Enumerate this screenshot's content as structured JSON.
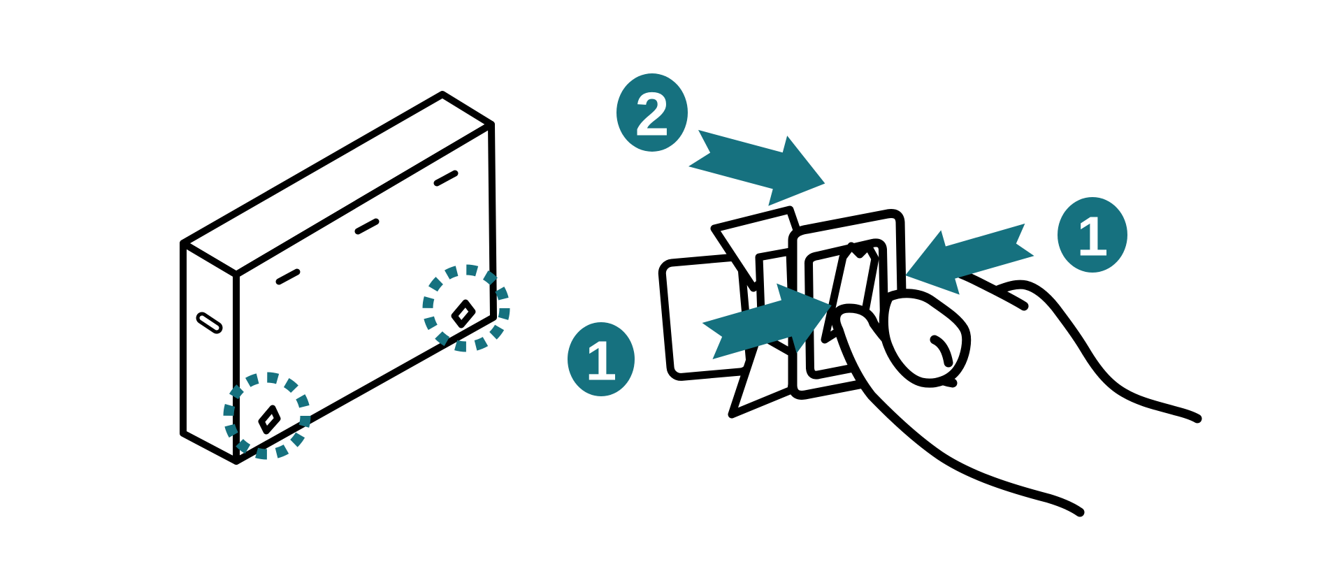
{
  "page": {
    "background_color": "#ffffff",
    "kind": "product-installation-instruction-diagram"
  },
  "colors": {
    "line": "#000000",
    "accent_teal": "#16717F",
    "badge_text": "#ffffff",
    "surface": "#ffffff"
  },
  "diagram": {
    "left_panel": {
      "name": "tv-package-back-view",
      "highlight_count": 2,
      "highlights": [
        "bottom-left-slot",
        "right-slot"
      ]
    },
    "right_panel": {
      "name": "bracket-tab-removal-closeup",
      "elements": [
        "backing-plate",
        "peeled-film-flaps",
        "wall-mount-bracket-frame",
        "pull-tab",
        "hand-pressing-tab"
      ]
    },
    "badges": {
      "step2_top": {
        "label": "2"
      },
      "step1_left": {
        "label": "1"
      },
      "step1_right": {
        "label": "1"
      }
    },
    "arrows": {
      "arrow_step2": "points-down-right-toward-bracket",
      "arrow_step1_left": "points-right-into-bracket",
      "arrow_step1_right": "points-left-into-bracket"
    }
  }
}
